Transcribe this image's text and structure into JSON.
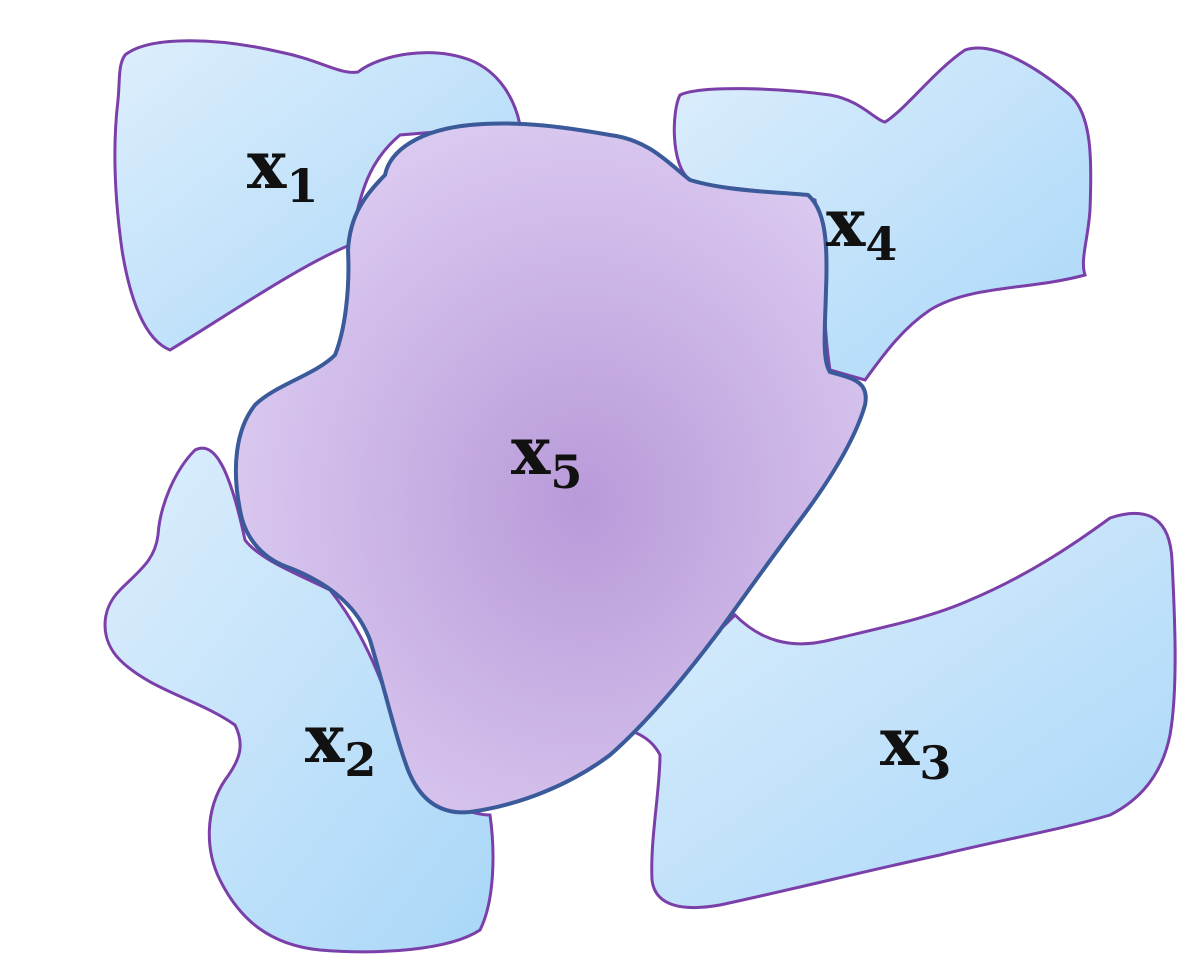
{
  "diagram": {
    "regions": [
      {
        "id": "x1",
        "var": "x",
        "sub": "1",
        "kind": "outer",
        "adjacent_to": [
          "x5"
        ]
      },
      {
        "id": "x2",
        "var": "x",
        "sub": "2",
        "kind": "outer",
        "adjacent_to": [
          "x5"
        ]
      },
      {
        "id": "x3",
        "var": "x",
        "sub": "3",
        "kind": "outer",
        "adjacent_to": [
          "x5"
        ]
      },
      {
        "id": "x4",
        "var": "x",
        "sub": "4",
        "kind": "outer",
        "adjacent_to": [
          "x5"
        ]
      },
      {
        "id": "x5",
        "var": "x",
        "sub": "5",
        "kind": "center",
        "adjacent_to": [
          "x1",
          "x2",
          "x3",
          "x4"
        ]
      }
    ],
    "colors": {
      "outer_fill_light": "#ddeefc",
      "outer_fill_dark": "#a9d7f8",
      "outer_stroke": "#7a3fa8",
      "center_fill_inner": "#b89ad9",
      "center_fill_outer": "#dccbf1",
      "center_stroke": "#3a5a9a",
      "label": "#111111"
    }
  }
}
